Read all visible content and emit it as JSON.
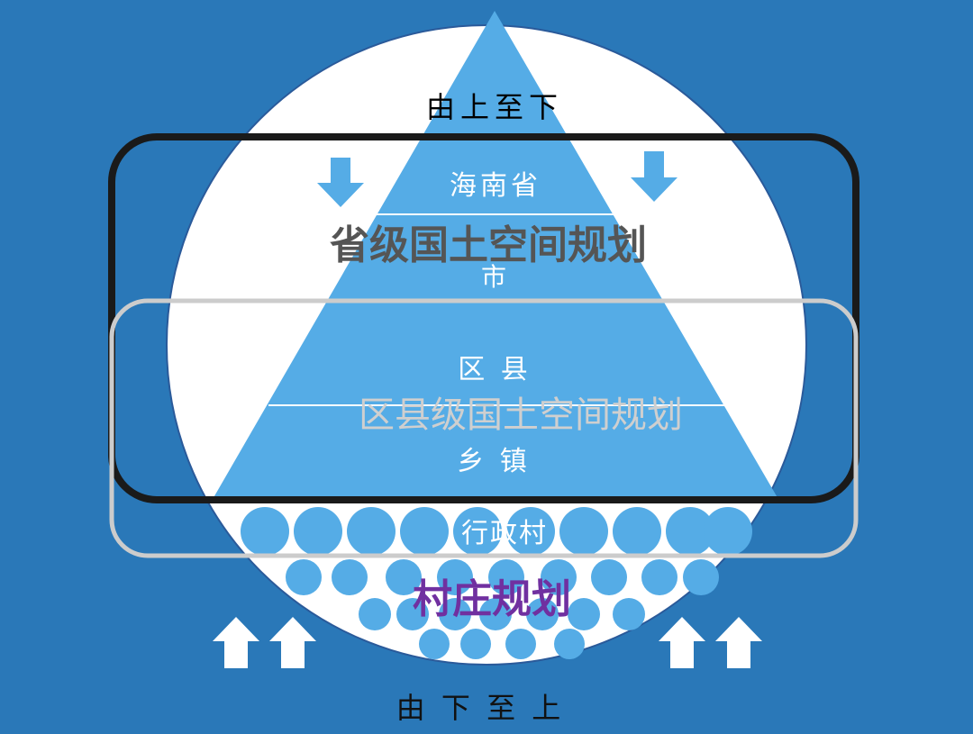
{
  "colors": {
    "background": "#2a78b8",
    "circle": "#ffffff",
    "pyramid": "#55ace6",
    "province_frame": "#1a1a1a",
    "county_frame": "#cccccc",
    "village_label": "#7030a0",
    "province_label": "#555555"
  },
  "top_label": "由上至下",
  "bottom_label": "由 下 至 上",
  "levels": {
    "province": "海南省",
    "city": "市",
    "county": "区 县",
    "township": "乡 镇",
    "village": "行政村"
  },
  "plans": {
    "province_plan": "省级国土空间规划",
    "county_plan": "区县级国土空间规划",
    "village_plan": "村庄规划"
  },
  "icons": {
    "down": "arrow-down-icon",
    "up": "arrow-up-icon"
  }
}
